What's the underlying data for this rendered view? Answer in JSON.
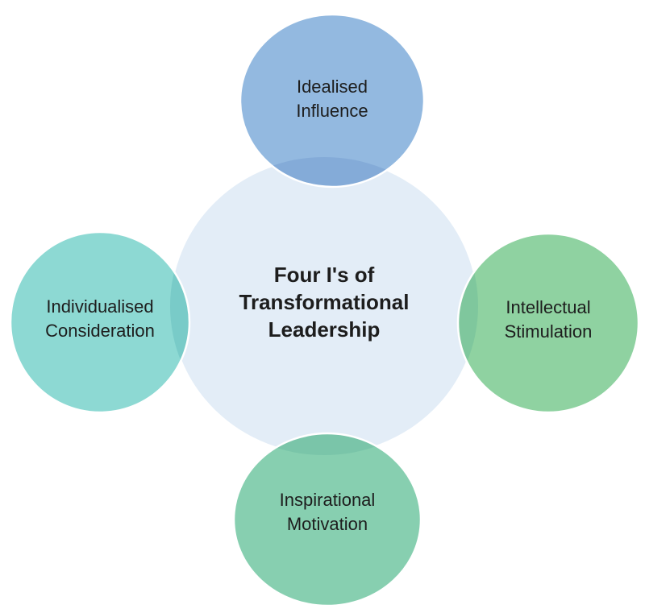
{
  "diagram": {
    "background": "#FFFFFF",
    "text_color": "#1D1D1D",
    "center": {
      "title_lines": [
        "Four I's of",
        "Transformational",
        "Leadership"
      ],
      "fill": "#E3EDF7"
    },
    "nodes": {
      "top": {
        "label_lines": [
          "Idealised",
          "Influence"
        ],
        "fill": "#93B9E0",
        "overlap_fill": "#84ABD8"
      },
      "right": {
        "label_lines": [
          "Intellectual",
          "Stimulation"
        ],
        "fill": "#8FD2A1",
        "overlap_fill": "#7FC79D"
      },
      "bottom": {
        "label_lines": [
          "Inspirational",
          "Motivation"
        ],
        "fill": "#87CFB0",
        "overlap_fill": "#7AC5A9"
      },
      "left": {
        "label_lines": [
          "Individualised",
          "Consideration"
        ],
        "fill": "#8DD9D3",
        "overlap_fill": "#79CBC8"
      }
    },
    "outline_color": "#FFFFFF"
  }
}
